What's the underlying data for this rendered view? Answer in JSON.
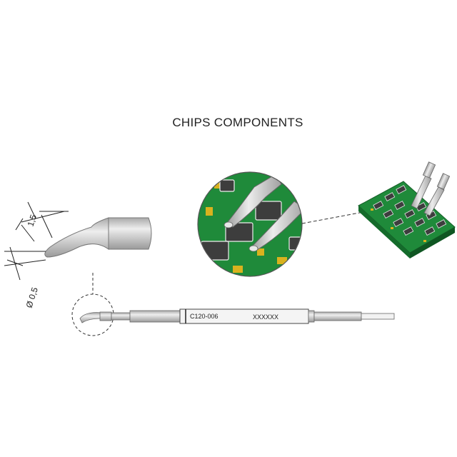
{
  "title": "CHIPS COMPONENTS",
  "dimensions": {
    "length_label": "1,5",
    "diameter_label": "Ø 0,5"
  },
  "tip": {
    "part_number": "C120-006",
    "serial_placeholder": "XXXXXX"
  },
  "colors": {
    "pcb_green": "#1f8a3a",
    "pad_gold": "#d9b21e",
    "chip_dark": "#3d3d3d",
    "tip_steel": "#c8c8c8"
  }
}
